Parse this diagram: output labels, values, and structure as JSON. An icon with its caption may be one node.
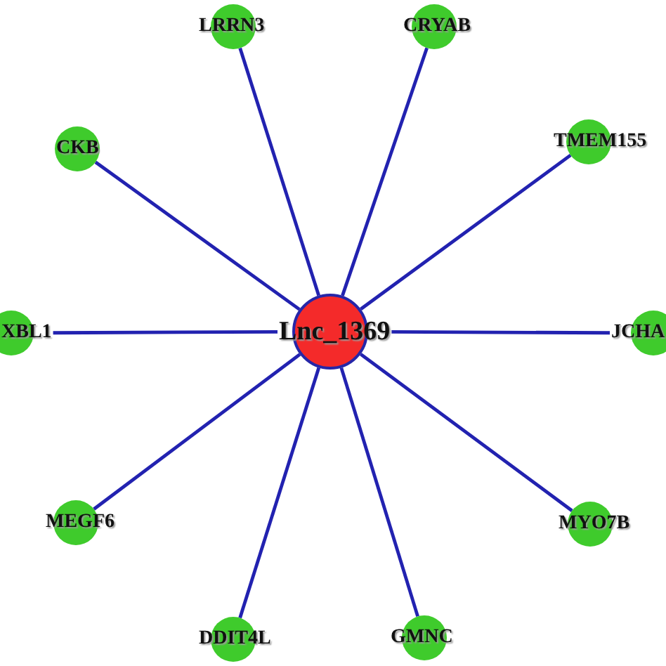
{
  "diagram": {
    "nodes": [
      {
        "text": [
          "Lnc_1369"
        ]
      },
      {
        "text": [
          "LRRN3"
        ]
      },
      {
        "text": [
          "CRYAB"
        ]
      },
      {
        "text": [
          "CKB"
        ]
      },
      {
        "text": [
          "TMEM155"
        ]
      },
      {
        "text": [
          "XBL1"
        ]
      },
      {
        "text": [
          "JCHA"
        ]
      },
      {
        "text": [
          "MEGF6"
        ]
      },
      {
        "text": [
          "MYO7B"
        ]
      },
      {
        "text": [
          "DDIT4L"
        ]
      },
      {
        "text": [
          "GMNC"
        ]
      }
    ],
    "edges": [
      {
        "from": 0,
        "to": 1,
        "arrow": "none"
      },
      {
        "from": 0,
        "to": 2,
        "arrow": "none"
      },
      {
        "from": 0,
        "to": 3,
        "arrow": "none"
      },
      {
        "from": 0,
        "to": 4,
        "arrow": "none"
      },
      {
        "from": 0,
        "to": 5,
        "arrow": "none"
      },
      {
        "from": 0,
        "to": 6,
        "arrow": "none"
      },
      {
        "from": 0,
        "to": 7,
        "arrow": "none"
      },
      {
        "from": 0,
        "to": 8,
        "arrow": "none"
      },
      {
        "from": 0,
        "to": 9,
        "arrow": "none"
      },
      {
        "from": 0,
        "to": 10,
        "arrow": "none"
      }
    ]
  }
}
